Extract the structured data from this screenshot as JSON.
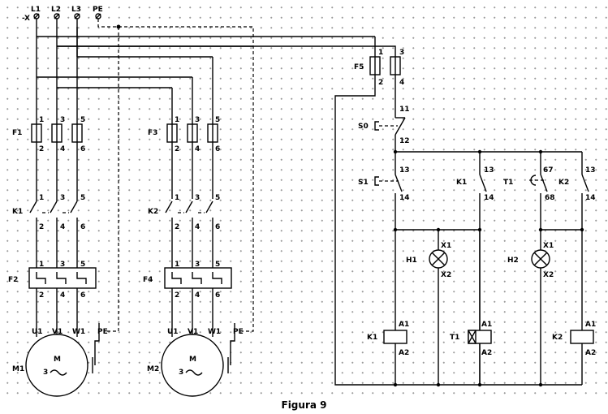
{
  "caption": "Figura 9",
  "supply": {
    "x": "-X",
    "l1": "L1",
    "l2": "L2",
    "l3": "L3",
    "pe": "PE"
  },
  "power": {
    "f1": "F1",
    "f3": "F3",
    "k1": "K1",
    "k2": "K2",
    "f2": "F2",
    "f4": "F4",
    "m1": "M1",
    "m2": "M2",
    "t1": "1",
    "t2": "2",
    "t3": "3",
    "t4": "4",
    "t5": "5",
    "t6": "6",
    "u1": "U1",
    "v1": "V1",
    "w1": "W1",
    "pe": "PE",
    "motor_m": "M",
    "motor_3": "3",
    "motor_ac": "~"
  },
  "control": {
    "f5": "F5",
    "f5_1": "1",
    "f5_2": "2",
    "f5_3": "3",
    "f5_4": "4",
    "s0": "S0",
    "s0_11": "11",
    "s0_12": "12",
    "s1": "S1",
    "s1_13": "13",
    "s1_14": "14",
    "k1": "K1",
    "k1_13": "13",
    "k1_14": "14",
    "t1": "T1",
    "t1_67": "67",
    "t1_68": "68",
    "k2": "K2",
    "k2_13": "13",
    "k2_14": "14",
    "h1": "H1",
    "h2": "H2",
    "x1": "X1",
    "x2": "X2",
    "a1": "A1",
    "a2": "A2",
    "k1_coil": "K1",
    "t1_coil": "T1",
    "k2_coil": "K2"
  }
}
